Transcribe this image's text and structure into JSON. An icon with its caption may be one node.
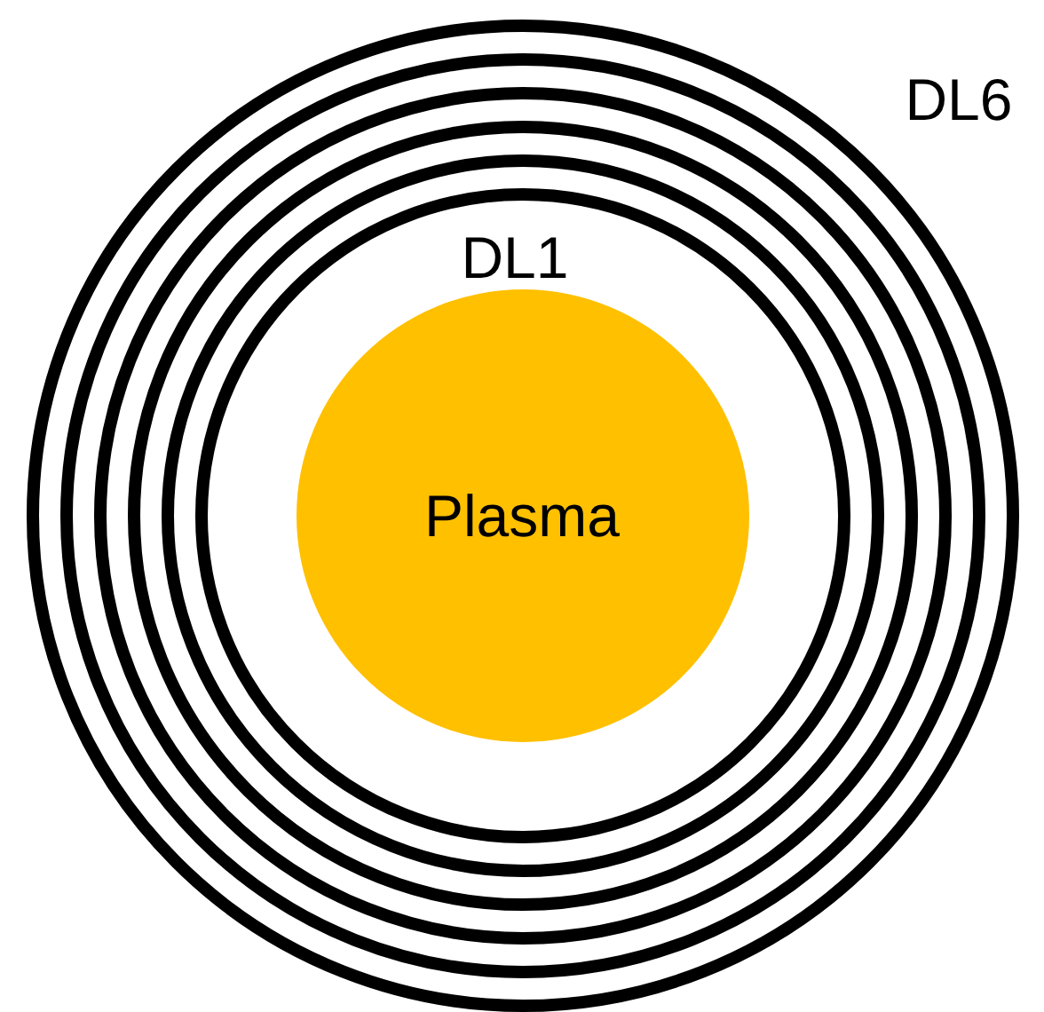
{
  "diagram": {
    "nodes": [
      {
        "text": [],
        "shape": "circle"
      },
      {
        "text": [],
        "shape": "circle",
        "in": 0
      },
      {
        "text": [],
        "shape": "circle",
        "in": 1
      },
      {
        "text": [],
        "shape": "circle",
        "in": 2
      },
      {
        "text": [],
        "shape": "circle",
        "in": 3
      },
      {
        "text": [
          "DL1"
        ],
        "in": 4
      },
      {
        "text": [
          "Plasma"
        ],
        "in": 5
      }
    ],
    "labels": [
      "DL6"
    ]
  }
}
